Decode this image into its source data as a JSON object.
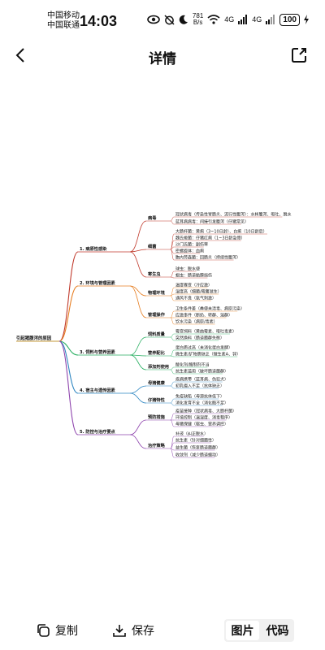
{
  "status": {
    "carrier1": "中国移动",
    "carrier2": "中国联通",
    "time": "14:03",
    "speed_value": "781",
    "speed_unit": "B/s",
    "signal1": "4G",
    "signal2": "4G",
    "battery": "100"
  },
  "header": {
    "title": "详情"
  },
  "mindmap": {
    "root": "引起猪腹泻的原因",
    "l1": [
      "1. 病原性感染",
      "2. 环境与管理因素",
      "3. 饲料与营养因素",
      "4. 宿主与遗传因素",
      "5. 防控与治疗要点"
    ],
    "l2": [
      "病毒",
      "细菌",
      "寄生虫",
      "物理环境",
      "管理操作",
      "饲料质量",
      "营养配比",
      "添加剂使用",
      "母猪健康",
      "仔猪特性",
      "预防措施",
      "治疗策略"
    ],
    "leaves": [
      "冠状病毒（传染性胃肠炎、流行性腹泻）：水样腹泻、呕吐、脱水",
      "蓝耳病病毒：间接引发腹泻（仔猪常见）",
      "大肠杆菌：黄痢（3~10日龄）、白痢（10日龄后）",
      "魏氏梭菌：仔猪红痢（1~3日龄急慢）",
      "沙门氏菌：副伤寒",
      "密螺旋体：血痢",
      "胞内劳森菌：回肠炎（持续性腹泻）",
      "球虫：脱水便",
      "蛔虫：肠道黏膜损伤",
      "温度骤变（冷应激）",
      "湿度高（细菌/霉菌滋生）",
      "通风不良（氨气刺激）",
      "卫生条件差（粪便未清毒、病原污染）",
      "应激事件（断奶、转群、混群）",
      "饮水污染（病原/毒素）",
      "霉变饲料（黄曲霉素、呕吐毒素）",
      "突然换料（肠道菌群失衡）",
      "蛋白质过高（未消化蛋白发酵）",
      "微生素/矿物质缺乏（微生素A、锌）",
      "酸化剂/酶制剂不当",
      "抗生素滥用（破坏肠道菌群）",
      "疾病携带（蓝耳病、伪狂犬）",
      "初乳摄入不足（抗体缺乏）",
      "免疫缺陷（母源抗体低下）",
      "消化发育不全（消化酶不足）",
      "疫苗接种（冠状病毒、大肠杆菌）",
      "环境控制（温湿度、消毒程序）",
      "母猪保健（驱虫、营养调控）",
      "补液（纠正脱水）",
      "抗生素（针对细菌性）",
      "益生菌（恢复肠道菌群）",
      "收敛剂（减少肠道蠕动）"
    ]
  },
  "bottom": {
    "copy_label": "复制",
    "save_label": "保存",
    "tab_image": "图片",
    "tab_code": "代码"
  }
}
